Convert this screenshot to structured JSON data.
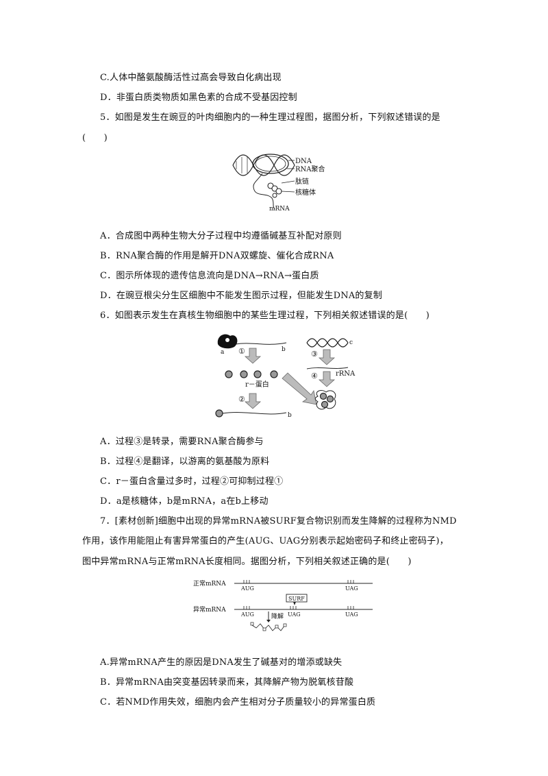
{
  "q4": {
    "optC": "C.人体中酪氨酸酶活性过高会导致白化病出现",
    "optD": "D．非蛋白质类物质如黑色素的合成不受基因控制"
  },
  "q5": {
    "stem": "5．如图是发生在豌豆的叶肉细胞内的一种生理过程图，据图分析，下列叙述错误的是",
    "paren": "(　　)",
    "figure": {
      "dna": "DNA",
      "rnapol": "RNA聚合酶",
      "peptide": "肽链",
      "ribosome": "核糖体",
      "mrna": "mRNA"
    },
    "optA": "A．合成图中两种生物大分子过程中均遵循碱基互补配对原则",
    "optB": "B．RNA聚合酶的作用是解开DNA双螺旋、催化合成RNA",
    "optC": "C．图示所体现的遗传信息流向是DNA→RNA→蛋白质",
    "optD": "D．在豌豆根尖分生区细胞中不能发生图示过程，但能发生DNA的复制"
  },
  "q6": {
    "stem": "6．如图表示发生在真核生物细胞中的某些生理过程，下列相关叙述错误的是(　　)",
    "figure": {
      "a": "a",
      "b1": "b",
      "b2": "b",
      "c": "c",
      "s1": "①",
      "s2": "②",
      "s3": "③",
      "s4": "④",
      "rprotein": "r－蛋白",
      "rrna": "rRNA"
    },
    "optA": "A．过程③是转录，需要RNA聚合酶参与",
    "optB": "B．过程④是翻译，以游离的氨基酸为原料",
    "optC": "C．r－蛋白含量过多时，过程②可抑制过程①",
    "optD": "D．a是核糖体，b是mRNA，a在b上移动"
  },
  "q7": {
    "line1": "7．[素材创新]细胞中出现的异常mRNA被SURF复合物识别而发生降解的过程称为NMD",
    "line2": "作用，该作用能阻止有害异常蛋白的产生(AUG、UAG分别表示起始密码子和终止密码子)，",
    "line3": "图中异常mRNA与正常mRNA长度相同。据图分析，下列相关叙述正确的是(　　)",
    "figure": {
      "normal": "正常mRNA",
      "abnormal": "异常mRNA",
      "aug1": "AUG",
      "uag1": "UAG",
      "aug2": "AUG",
      "uag2": "UAG",
      "uag3": "UAG",
      "surf": "SURF",
      "degrade": "降解"
    },
    "optA": "A.异常mRNA产生的原因是DNA发生了碱基对的增添或缺失",
    "optB": "B．异常mRNA由突变基因转录而来，其降解产物为脱氧核苷酸",
    "optC": "C．若NMD作用失效，细胞内会产生相对分子质量较小的异常蛋白质"
  }
}
